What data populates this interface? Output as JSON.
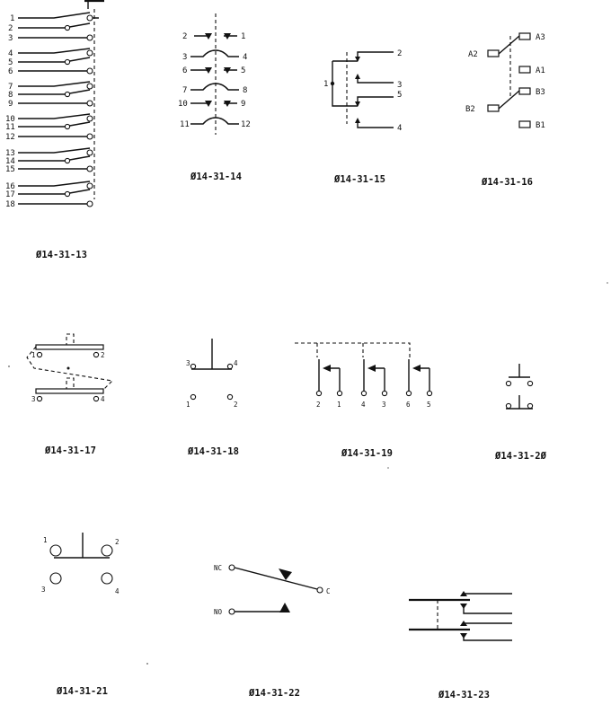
{
  "diagrams": [
    {
      "id": "1",
      "caption": "Ø14-31-13",
      "labels": [
        "1",
        "2",
        "3",
        "4",
        "5",
        "6",
        "7",
        "8",
        "9",
        "10",
        "11",
        "12",
        "13",
        "14",
        "15",
        "16",
        "17",
        "18"
      ]
    },
    {
      "id": "2",
      "caption": "Ø14-31-14",
      "labels": [
        "2",
        "1",
        "3",
        "4",
        "6",
        "5",
        "7",
        "8",
        "10",
        "9",
        "11",
        "12"
      ]
    },
    {
      "id": "3",
      "caption": "Ø14-31-15",
      "labels": [
        "1",
        "2",
        "3",
        "5",
        "4"
      ]
    },
    {
      "id": "4",
      "caption": "Ø14-31-16",
      "labels": [
        "A3",
        "A2",
        "A1",
        "B3",
        "B2",
        "B1"
      ]
    },
    {
      "id": "5",
      "caption": "Ø14-31-17",
      "labels": [
        "1",
        "2",
        "3",
        "4"
      ]
    },
    {
      "id": "6",
      "caption": "Ø14-31-18",
      "labels": [
        "3",
        "4",
        "1",
        "2"
      ]
    },
    {
      "id": "7",
      "caption": "Ø14-31-19",
      "labels": [
        "2",
        "1",
        "4",
        "3",
        "6",
        "5"
      ]
    },
    {
      "id": "8",
      "caption": "Ø14-31-2Ø",
      "labels": []
    },
    {
      "id": "9",
      "caption": "Ø14-31-21",
      "labels": [
        "1",
        "2",
        "3",
        "4"
      ]
    },
    {
      "id": "10",
      "caption": "Ø14-31-22",
      "labels": [
        "NC",
        "C",
        "NO"
      ]
    },
    {
      "id": "11",
      "caption": "Ø14-31-23",
      "labels": []
    }
  ]
}
